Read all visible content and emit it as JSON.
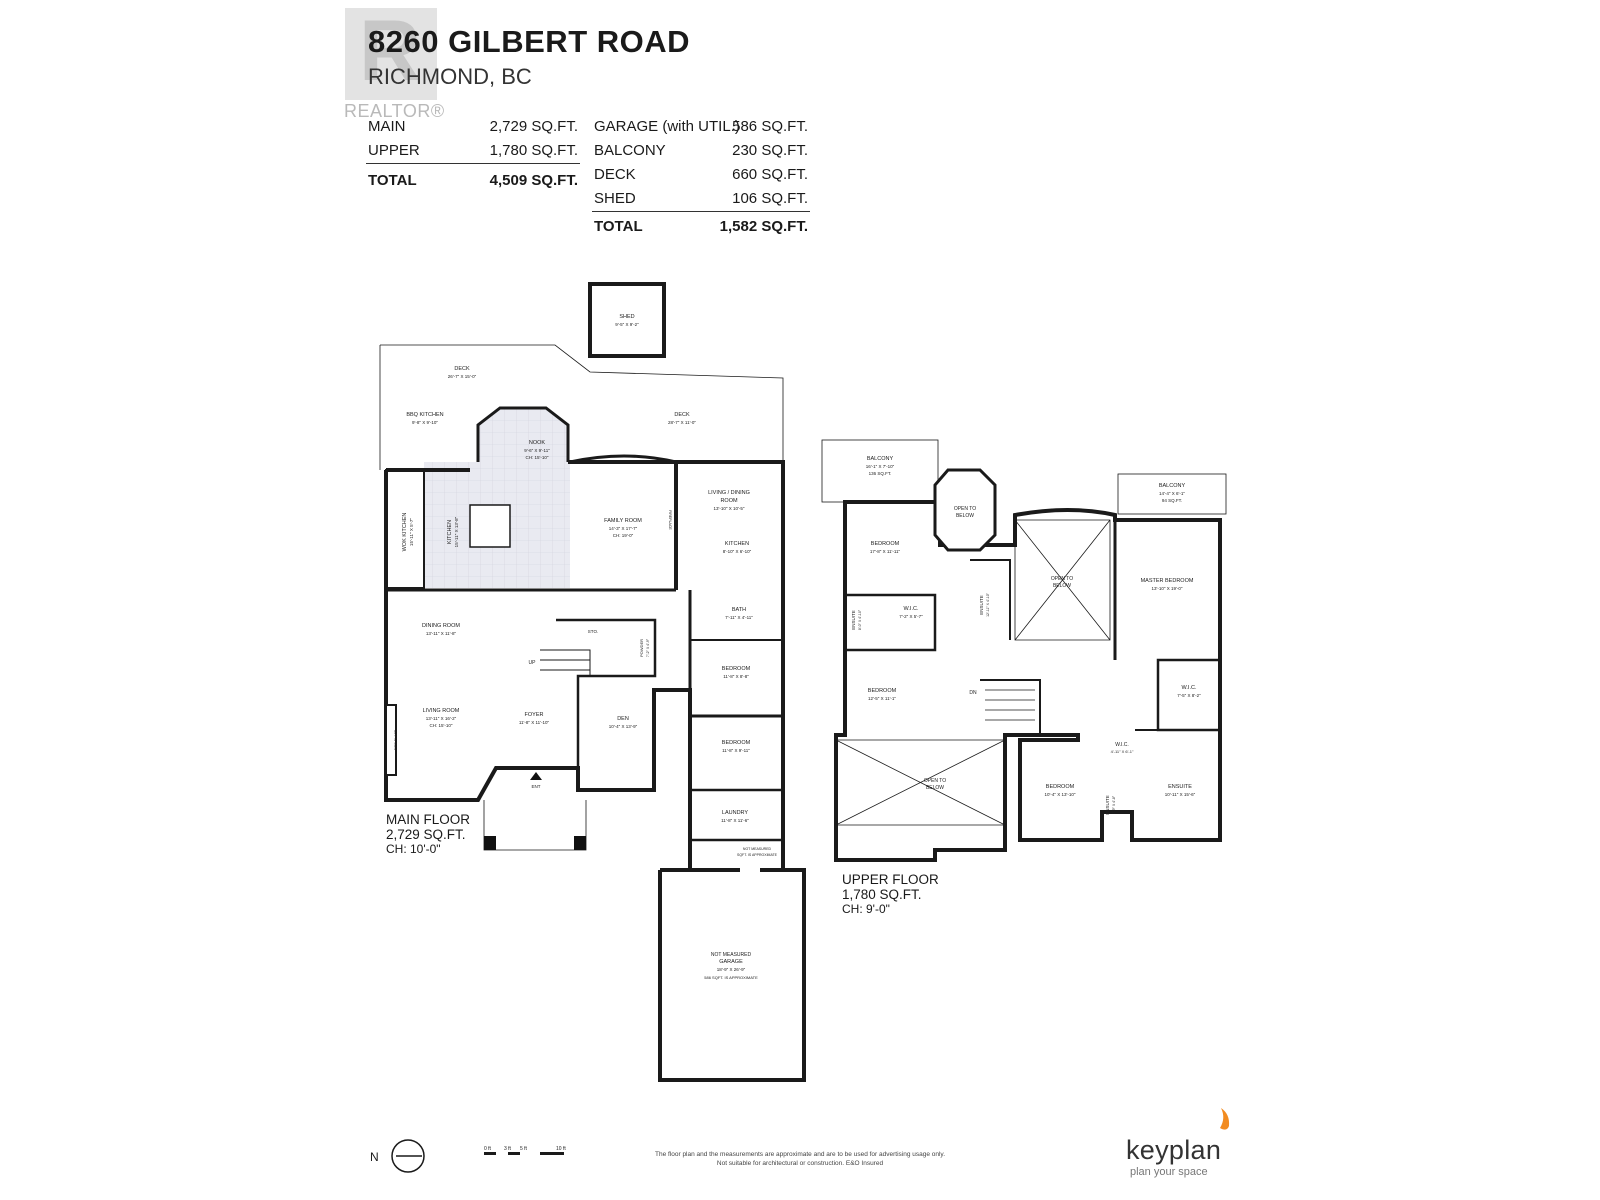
{
  "header": {
    "title": "8260 GILBERT ROAD",
    "subtitle": "RICHMOND, BC",
    "logo_text": "REALTOR®",
    "logo_letter": "R"
  },
  "area_table_left": {
    "rows": [
      {
        "label": "MAIN",
        "value": "2,729 SQ.FT."
      },
      {
        "label": "UPPER",
        "value": "1,780 SQ.FT."
      }
    ],
    "total": {
      "label": "TOTAL",
      "value": "4,509 SQ.FT."
    }
  },
  "area_table_right": {
    "rows": [
      {
        "label": "GARAGE (with UTIL.)",
        "value": "586 SQ.FT."
      },
      {
        "label": "BALCONY",
        "value": "230 SQ.FT."
      },
      {
        "label": "DECK",
        "value": "660 SQ.FT."
      },
      {
        "label": "SHED",
        "value": "106 SQ.FT."
      }
    ],
    "total": {
      "label": "TOTAL",
      "value": "1,582 SQ.FT."
    }
  },
  "main_floor": {
    "label": "MAIN FLOOR",
    "area": "2,729 SQ.FT.",
    "ceiling": "CH: 10'-0\"",
    "rooms": {
      "shed": {
        "name": "SHED",
        "dim": "9'-5\" X 9'-2\""
      },
      "deck_left": {
        "name": "DECK",
        "dim": "26'-7\" X 15'-0\""
      },
      "deck_right": {
        "name": "DECK",
        "dim": "28'-7\" X 11'-0\""
      },
      "bbq_kitchen": {
        "name": "BBQ KITCHEN",
        "dim": "9'-8\" X 9'-10\""
      },
      "nook": {
        "name": "NOOK",
        "dim": "9'-6\" X 9'-11\"",
        "extra": "CH: 15'-10\""
      },
      "wok_kitchen": {
        "name": "WOK KITCHEN",
        "dim": "15'-11\" X 5'-7\""
      },
      "kitchen": {
        "name": "KITCHEN",
        "dim": "15'-11\" X 13'-8\""
      },
      "family_room": {
        "name": "FAMILY ROOM",
        "dim": "14'-3\" X 17'-7\"",
        "extra": "CH: 19'-0\""
      },
      "fireplace_family": {
        "name": "FIREPLACE"
      },
      "living_dining": {
        "name": "LIVING / DINING",
        "name2": "ROOM",
        "dim": "13'-10\" X 10'-5\""
      },
      "suite_kitchen": {
        "name": "KITCHEN",
        "dim": "8'-10\" X 6'-10\""
      },
      "bath": {
        "name": "BATH",
        "dim": "7'-11\" X 4'-11\""
      },
      "dining_room": {
        "name": "DINING ROOM",
        "dim": "13'-11\" X 11'-8\""
      },
      "sto": {
        "name": "STO."
      },
      "powder": {
        "name": "POWDER",
        "dim": "7'-2\" X 4'-9\""
      },
      "up": {
        "name": "UP"
      },
      "living_room": {
        "name": "LIVING ROOM",
        "dim": "13'-11\" X 16'-2\"",
        "extra": "CH: 15'-10\""
      },
      "fireplace_living": {
        "name": "FIRE PLACE"
      },
      "foyer": {
        "name": "FOYER",
        "dim": "11'-8\" X 11'-10\""
      },
      "den": {
        "name": "DEN",
        "dim": "10'-4\" X 13'-9\""
      },
      "ent": {
        "name": "ENT"
      },
      "bedroom_1": {
        "name": "BEDROOM",
        "dim": "11'-8\" X 8'-8\""
      },
      "bedroom_2": {
        "name": "BEDROOM",
        "dim": "11'-8\" X 9'-11\""
      },
      "laundry": {
        "name": "LAUNDRY",
        "dim": "11'-8\" X 11'-6\""
      },
      "not_measured": {
        "name": "NOT MEASURED",
        "name2": "SQFT. IS APPROXIMATE"
      },
      "garage": {
        "name": "NOT MEASURED",
        "name2": "GARAGE",
        "dim": "18'-9\" X 26'-9\"",
        "extra": "586 SQFT. IS APPROXIMATE"
      }
    }
  },
  "upper_floor": {
    "label": "UPPER FLOOR",
    "area": "1,780 SQ.FT.",
    "ceiling": "CH: 9'-0\"",
    "rooms": {
      "balcony_left": {
        "name": "BALCONY",
        "dim": "16'-1\" X 7'-10\"",
        "extra": "136 SQ.FT."
      },
      "open_below_1": {
        "name": "OPEN TO",
        "name2": "BELOW"
      },
      "bedroom_a": {
        "name": "BEDROOM",
        "dim": "17'-8\" X 11'-11\""
      },
      "ensuite_a": {
        "name": "ENSUITE",
        "dim": "12'-11\" X 4'-10\""
      },
      "open_below_2": {
        "name": "OPEN TO",
        "name2": "BELOW"
      },
      "balcony_right": {
        "name": "BALCONY",
        "dim": "14'-4\" X 6'-1\"",
        "extra": "94 SQ.FT."
      },
      "master_bedroom": {
        "name": "MASTER BEDROOM",
        "dim": "13'-10\" X 19'-0\""
      },
      "ensuite_b": {
        "name": "ENSUITE",
        "dim": "8'-0\" X 4'-10\""
      },
      "wic_a": {
        "name": "W.I.C.",
        "dim": "7'-2\" X 5'-7\""
      },
      "bedroom_b": {
        "name": "BEDROOM",
        "dim": "12'-5\" X 11'-1\""
      },
      "dn": {
        "name": "DN"
      },
      "wic_master": {
        "name": "W.I.C.",
        "dim": "7'-5\" X 8'-2\""
      },
      "open_below_3": {
        "name": "OPEN TO",
        "name2": "BELOW"
      },
      "bedroom_c": {
        "name": "BEDROOM",
        "dim": "10'-4\" X 13'-10\""
      },
      "wic_b": {
        "name": "W.I.C.",
        "dim": "4'-11\" X 6'-1\""
      },
      "ensuite_c": {
        "name": "ENSUITE",
        "dim": "7'-9\" X 4'-8\""
      },
      "ensuite_master": {
        "name": "ENSUITE",
        "dim": "10'-11\" X 15'-6\""
      }
    }
  },
  "footer": {
    "north": "N",
    "scale_labels": [
      "0 ft",
      "3 ft",
      "5 ft",
      "10 ft"
    ],
    "disclaimer_1": "The floor plan and the measurements are approximate and are to be used for advertising usage only.",
    "disclaimer_2": "Not suitable for architectural or construction. E&O Insured",
    "brand": "keyplan",
    "tagline": "plan your space"
  },
  "colors": {
    "wall": "#1a1a1a",
    "kitchen_tile": "#e9eaf1",
    "tile_grid": "#d0d2dc",
    "logo_accent": "#f28b20"
  }
}
